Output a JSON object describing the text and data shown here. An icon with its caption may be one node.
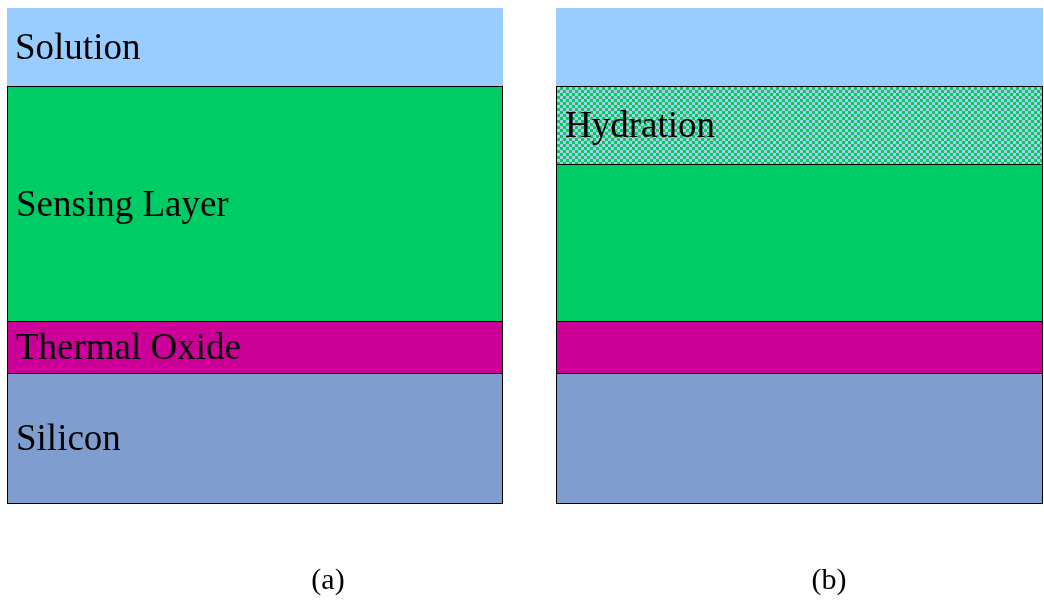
{
  "diagram": {
    "nodes": [
      {
        "text": [
          "Solution"
        ]
      },
      {
        "text": [
          "Sensing Layer"
        ]
      },
      {
        "text": [
          "Thermal Oxide"
        ]
      },
      {
        "text": [
          "Silicon"
        ]
      },
      {
        "text": [],
        "shape": "box"
      },
      {
        "text": [
          "Hydration"
        ]
      },
      {
        "text": [],
        "shape": "box"
      },
      {
        "text": [],
        "shape": "box"
      },
      {
        "text": [],
        "shape": "box"
      }
    ],
    "edges": [],
    "labels": [
      "(a)",
      "(b)"
    ]
  }
}
